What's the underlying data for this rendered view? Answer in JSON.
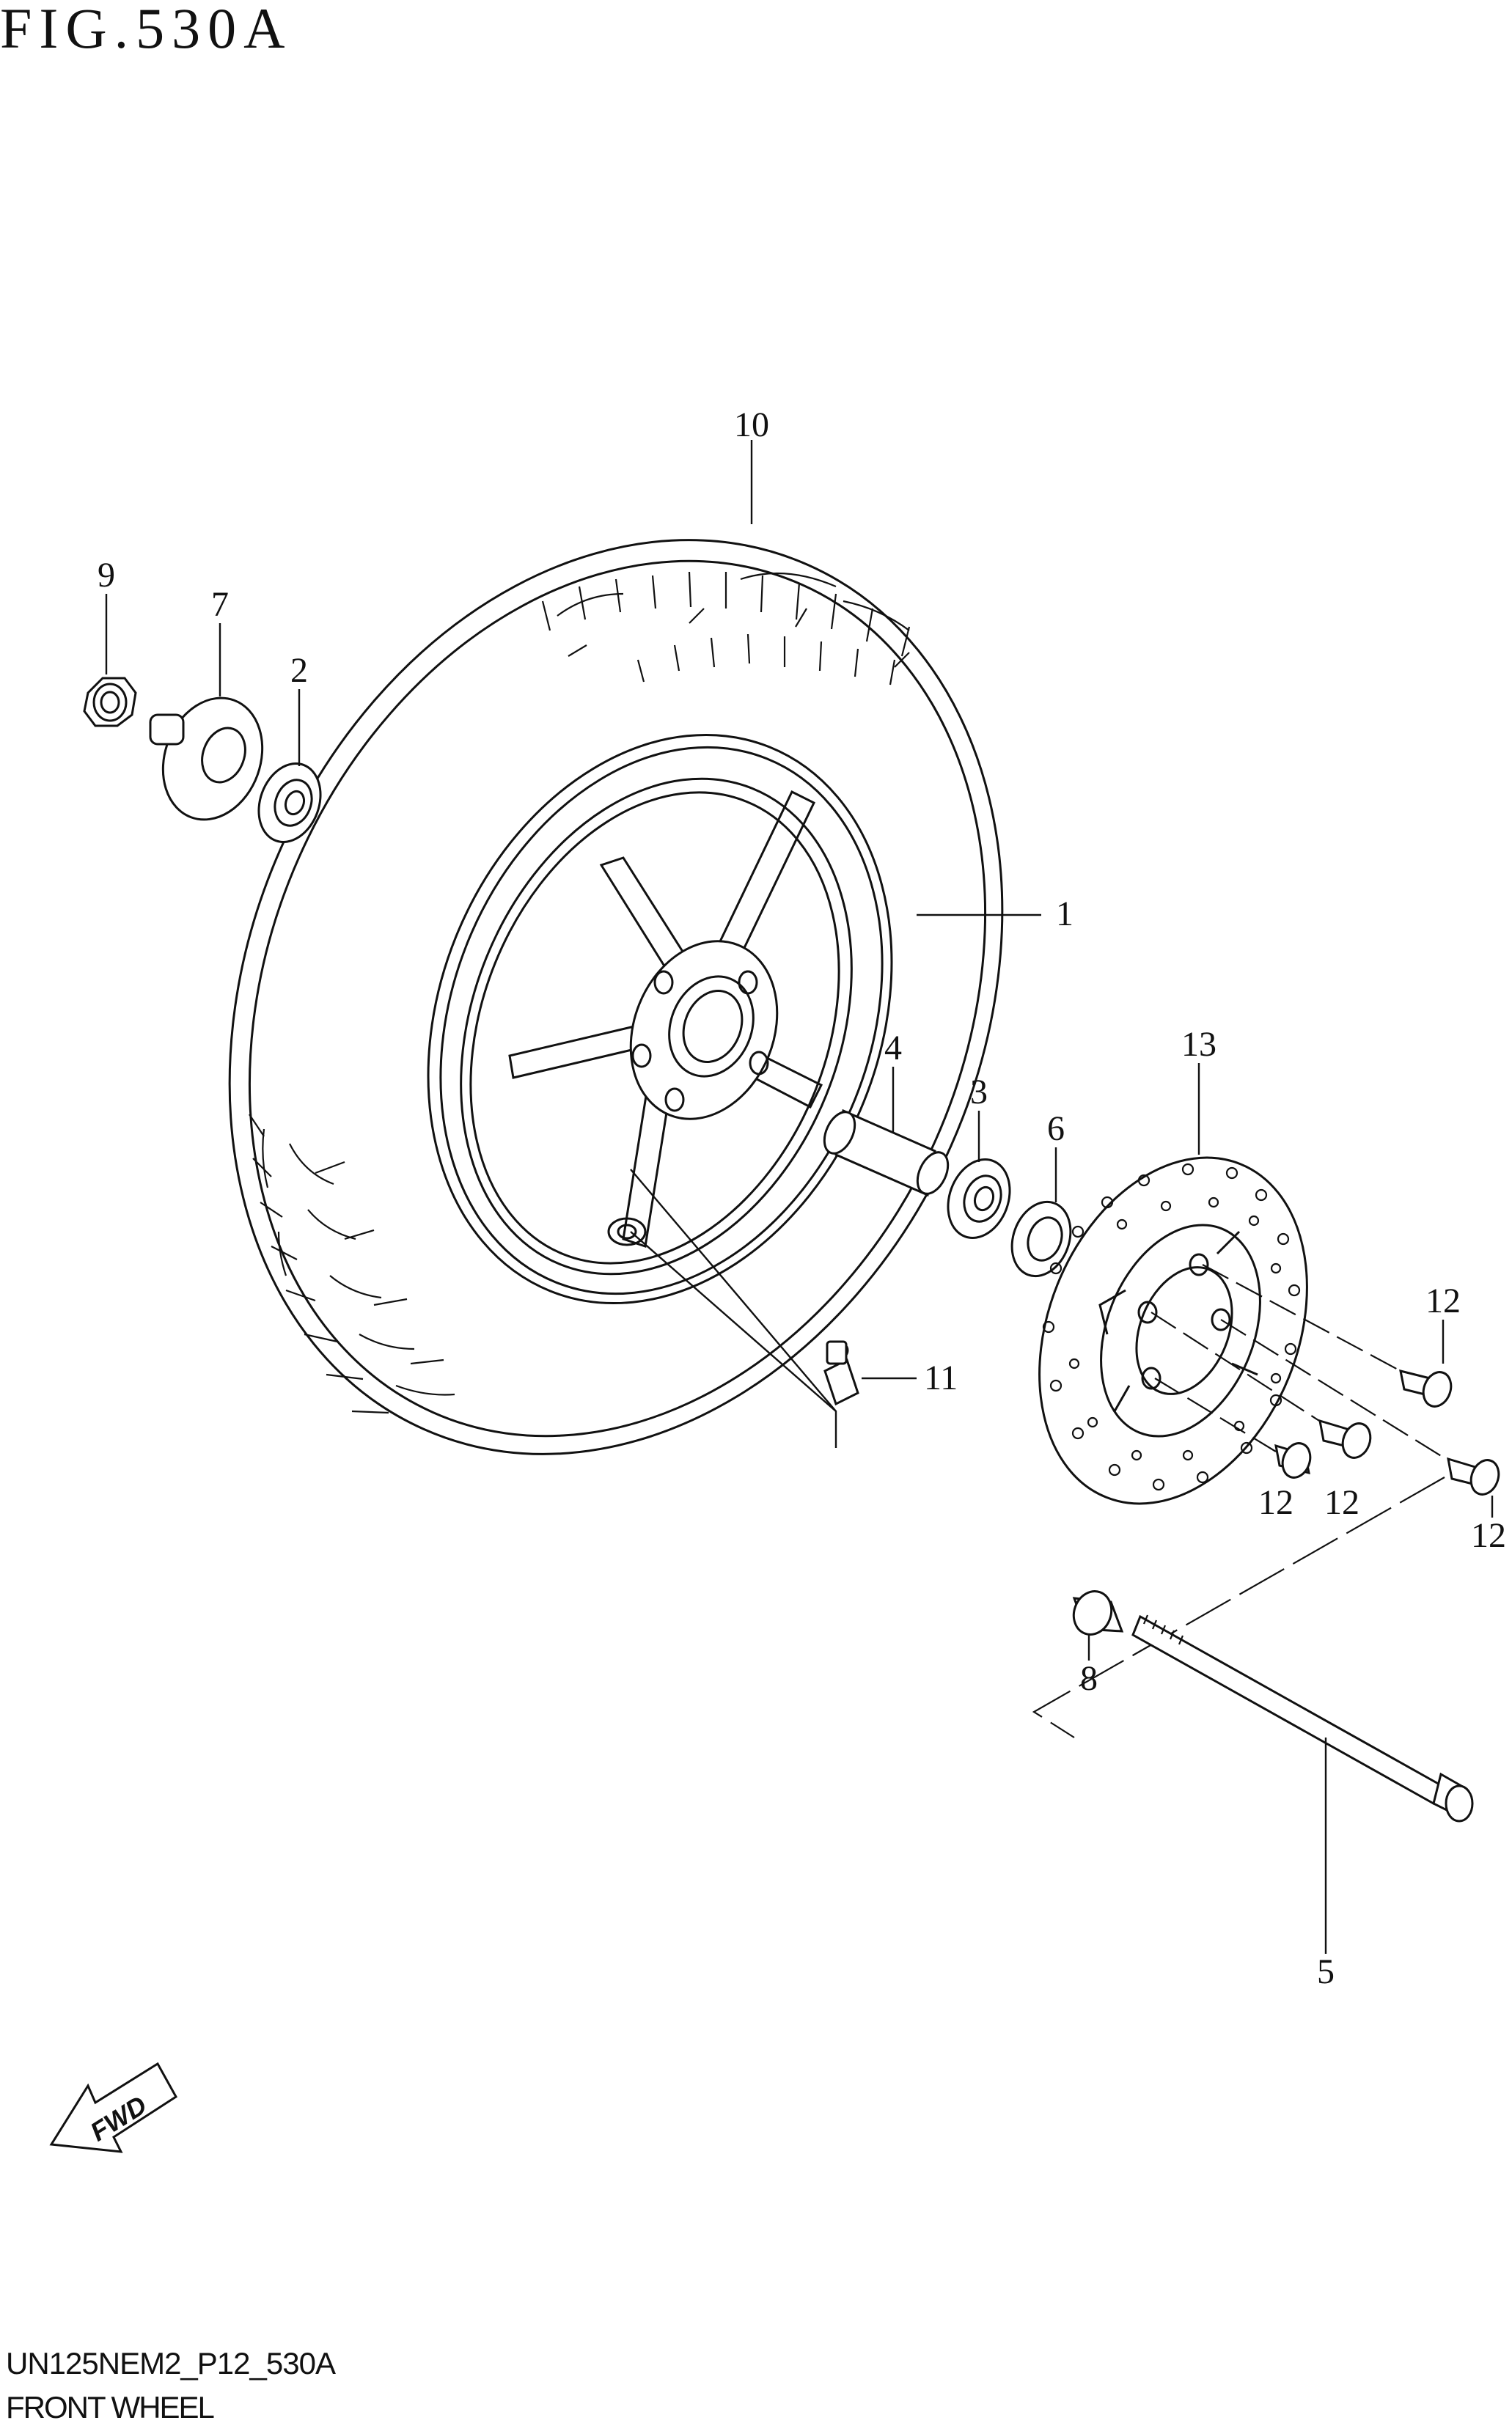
{
  "figure": {
    "title": "FIG.530A",
    "drawing_code": "UN125NEM2_P12_530A",
    "section_name": "FRONT WHEEL"
  },
  "callouts": [
    {
      "id": "10",
      "part": "tire"
    },
    {
      "id": "9",
      "part": "nut"
    },
    {
      "id": "7",
      "part": "speedometer-gearbox"
    },
    {
      "id": "2",
      "part": "bearing"
    },
    {
      "id": "1",
      "part": "wheel-rim"
    },
    {
      "id": "4",
      "part": "spacer"
    },
    {
      "id": "3",
      "part": "bearing"
    },
    {
      "id": "6",
      "part": "oil-seal"
    },
    {
      "id": "13",
      "part": "brake-disc"
    },
    {
      "id": "12",
      "part": "disc-bolt"
    },
    {
      "id": "12",
      "part": "disc-bolt"
    },
    {
      "id": "12",
      "part": "disc-bolt"
    },
    {
      "id": "12",
      "part": "disc-bolt"
    },
    {
      "id": "11",
      "part": "valve"
    },
    {
      "id": "8",
      "part": "collar"
    },
    {
      "id": "5",
      "part": "axle"
    }
  ],
  "direction_marker": {
    "label": "FWD",
    "icon": "fwd-arrow-icon"
  }
}
